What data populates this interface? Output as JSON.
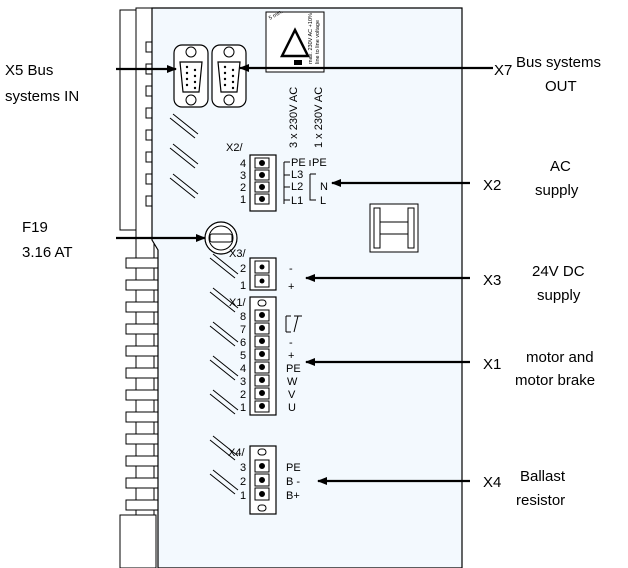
{
  "callouts": {
    "x5_line1": "X5 Bus",
    "x5_line2": "systems IN",
    "x7_tag": "X7",
    "x7_line1": "Bus systems",
    "x7_line2": "OUT",
    "f19_line1": "F19",
    "f19_line2": "3.16 AT",
    "x2_tag": "X2",
    "x2_line1": "AC",
    "x2_line2": "supply",
    "x3_tag": "X3",
    "x3_line1": "24V DC",
    "x3_line2": "supply",
    "x1_tag": "X1",
    "x1_line1": "motor and",
    "x1_line2": "motor brake",
    "x4_tag": "X4",
    "x4_line1": "Ballast",
    "x4_line2": "resistor"
  },
  "x2_block": {
    "name": "X2/",
    "pins": [
      "4",
      "3",
      "2",
      "1"
    ],
    "signals_3ph": [
      "PE",
      "L3",
      "L2",
      "L1"
    ],
    "signals_1ph": [
      "PE",
      "N",
      "L"
    ],
    "voltage_3ph": "3 x 230V AC",
    "voltage_1ph": "1 x 230V AC"
  },
  "x3_block": {
    "name": "X3/",
    "pins": [
      "2",
      "1"
    ],
    "signals": [
      "-",
      "+"
    ]
  },
  "x1_block": {
    "name": "X1/",
    "pins": [
      "8",
      "7",
      "6",
      "5",
      "4",
      "3",
      "2",
      "1"
    ],
    "signals": [
      "",
      "",
      "-",
      "+",
      "PE",
      "W",
      "V",
      "U"
    ]
  },
  "x4_block": {
    "name": "X4/",
    "pins": [
      "3",
      "2",
      "1"
    ],
    "signals": [
      "PE",
      "B -",
      "B+"
    ]
  },
  "warning_label": {
    "line1": "max. 230V AC +10%",
    "line2": "line to line voltage",
    "line3": "5 min."
  }
}
